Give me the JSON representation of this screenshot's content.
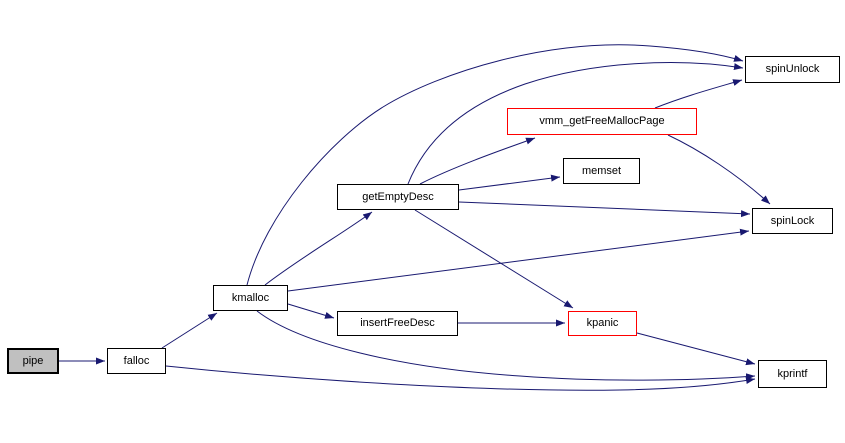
{
  "diagram": {
    "type": "function-call-graph",
    "root_function": "pipe",
    "nodes": [
      {
        "id": "pipe",
        "label": "pipe",
        "style": "root"
      },
      {
        "id": "falloc",
        "label": "falloc",
        "style": "normal"
      },
      {
        "id": "kmalloc",
        "label": "kmalloc",
        "style": "normal"
      },
      {
        "id": "getEmptyDesc",
        "label": "getEmptyDesc",
        "style": "normal"
      },
      {
        "id": "insertFreeDesc",
        "label": "insertFreeDesc",
        "style": "normal"
      },
      {
        "id": "vmm_getFreeMallocPage",
        "label": "vmm_getFreeMallocPage",
        "style": "highlight"
      },
      {
        "id": "memset",
        "label": "memset",
        "style": "normal"
      },
      {
        "id": "spinUnlock",
        "label": "spinUnlock",
        "style": "normal"
      },
      {
        "id": "spinLock",
        "label": "spinLock",
        "style": "normal"
      },
      {
        "id": "kpanic",
        "label": "kpanic",
        "style": "highlight"
      },
      {
        "id": "kprintf",
        "label": "kprintf",
        "style": "normal"
      }
    ],
    "edges": [
      {
        "from": "pipe",
        "to": "falloc"
      },
      {
        "from": "falloc",
        "to": "kmalloc"
      },
      {
        "from": "falloc",
        "to": "kprintf"
      },
      {
        "from": "kmalloc",
        "to": "getEmptyDesc"
      },
      {
        "from": "kmalloc",
        "to": "insertFreeDesc"
      },
      {
        "from": "kmalloc",
        "to": "spinUnlock"
      },
      {
        "from": "kmalloc",
        "to": "spinLock"
      },
      {
        "from": "kmalloc",
        "to": "kprintf"
      },
      {
        "from": "getEmptyDesc",
        "to": "vmm_getFreeMallocPage"
      },
      {
        "from": "getEmptyDesc",
        "to": "memset"
      },
      {
        "from": "getEmptyDesc",
        "to": "spinLock"
      },
      {
        "from": "getEmptyDesc",
        "to": "spinUnlock"
      },
      {
        "from": "getEmptyDesc",
        "to": "kpanic"
      },
      {
        "from": "insertFreeDesc",
        "to": "kpanic"
      },
      {
        "from": "vmm_getFreeMallocPage",
        "to": "spinUnlock"
      },
      {
        "from": "vmm_getFreeMallocPage",
        "to": "spinLock"
      },
      {
        "from": "kpanic",
        "to": "kprintf"
      }
    ],
    "colors": {
      "edge": "#191970",
      "node_border": "#000000",
      "node_fill": "#ffffff",
      "root_fill": "#c0c0c0",
      "highlight_border": "#ff0000",
      "text": "#000000",
      "background": "#ffffff"
    }
  }
}
